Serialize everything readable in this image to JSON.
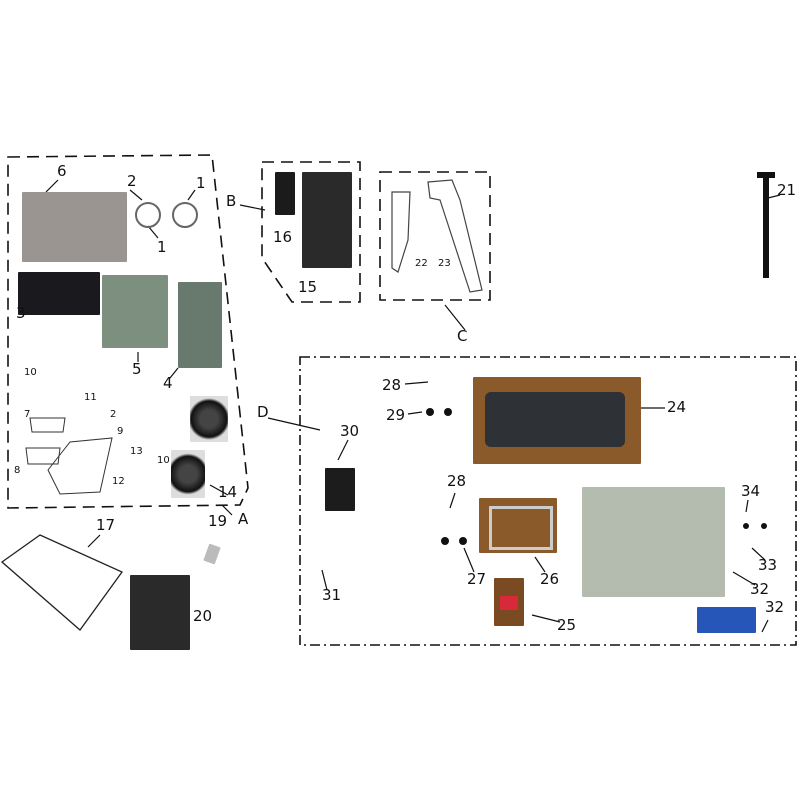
{
  "groups": {
    "A": "A",
    "B": "B",
    "C": "C",
    "D": "D"
  },
  "labels": {
    "p6": "6",
    "p2a": "2",
    "p1a": "1",
    "p1b": "1",
    "p3": "3",
    "p5": "5",
    "p4": "4",
    "p10a": "10",
    "p11": "11",
    "p2b": "2",
    "p9": "9",
    "p13": "13",
    "p7": "7",
    "p8": "8",
    "p12": "12",
    "p10b": "10",
    "p14": "14",
    "p16": "16",
    "p15": "15",
    "p22": "22",
    "p23": "23",
    "p21": "21",
    "p30": "30",
    "p28a": "28",
    "p29": "29",
    "p24": "24",
    "p28b": "28",
    "p27": "27",
    "p26": "26",
    "p25": "25",
    "p31": "31",
    "p34": "34",
    "p33": "33",
    "p32a": "32",
    "p32b": "32",
    "p17": "17",
    "p19": "19",
    "p20": "20"
  }
}
